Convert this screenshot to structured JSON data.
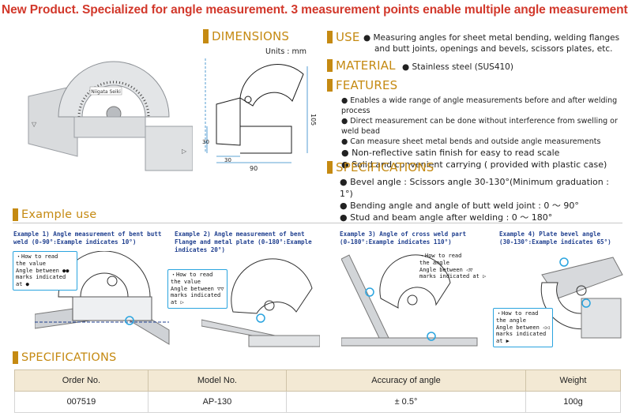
{
  "headline": "New Product. Specialized for angle measurement.  3 measurement points enable multiple angle measurements",
  "sections": {
    "dimensions": "DIMENSIONS",
    "use": "USE",
    "material": "MATERIAL",
    "features": "FEATURES",
    "specs_top": "SPECIFICATIONS",
    "example_use": "Example use",
    "specs_bottom": "SPECIFICATIONS"
  },
  "dimensions": {
    "units": "Units : mm",
    "labels": {
      "height": "105",
      "base_width": "90",
      "left_width": "30",
      "left_height": "30"
    }
  },
  "product_label": "Niigata Seiki",
  "use": {
    "line1": "● Measuring angles for sheet metal bending, welding flanges",
    "line2": "and butt joints, openings and bevels, scissors plates, etc."
  },
  "material": {
    "text": "● Stainless steel (SUS410)"
  },
  "features": [
    "● Enables a wide range of angle measurements before and  after welding process",
    "● Direct measurement can be done without interference from swelling or weld bead",
    "● Can measure sheet metal bends and outside angle measurements",
    "● Non-reflective satin finish for easy to read scale",
    "● Solid and convenient carrying ( provided with plastic case)"
  ],
  "specifications": [
    "● Bevel angle : Scissors angle 30-130°(Minimum graduation : 1°)",
    "● Bending angle and angle of butt weld joint : 0 ～ 90°",
    "● Stud and beam angle after welding : 0 ～ 180°"
  ],
  "examples": [
    {
      "caption1": "Example 1) Angle measurement of bent butt",
      "caption2": "weld (0-90°:Example indicates 10°)",
      "howto": [
        "・How to read",
        "  the value",
        "Angle between ●●",
        "marks indicated",
        "at ●"
      ]
    },
    {
      "caption1": "Example 2) Angle measurement of bent",
      "caption2": "Flange and metal plate (0-180°:Example",
      "caption3": "indicates 20°)",
      "howto": [
        "・How to read",
        "  the value",
        "Angle between ▽▽",
        "marks indicated",
        "at ▷"
      ]
    },
    {
      "caption1": "Example 3)  Angle of cross weld part",
      "caption2": "(0-180°:Example indicates 110°)",
      "howto": [
        "・How to read",
        "  the angle",
        "Angle between ◁▽",
        "marks indicated at ▷"
      ]
    },
    {
      "caption1": "Example 4) Plate bevel angle",
      "caption2": "(30-130°:Example indicates 65°)",
      "howto": [
        "・How to read",
        "  the angle",
        "Angle between ◁◁",
        "marks indicated",
        "at ▶"
      ]
    }
  ],
  "spec_table": {
    "headers": [
      "Order No.",
      "Model No.",
      "Accuracy of angle",
      "Weight"
    ],
    "rows": [
      [
        "007519",
        "AP-130",
        "± 0.5°",
        "100g"
      ]
    ]
  },
  "colors": {
    "headline": "#d2382b",
    "section": "#c58a12",
    "example_caption": "#1f3f8f",
    "callout": "#2aa4df",
    "dimension_line": "#2a86c8"
  }
}
